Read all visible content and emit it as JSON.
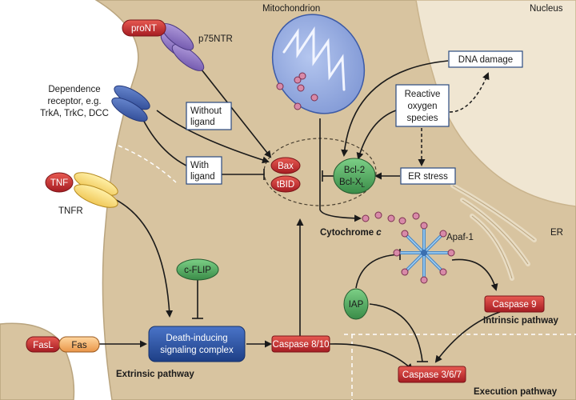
{
  "labels": {
    "mitochondrion": "Mitochondrion",
    "nucleus": "Nucleus",
    "er": "ER",
    "pront": "proNT",
    "p75ntr": "p75NTR",
    "dependence_1": "Dependence",
    "dependence_2": "receptor, e.g.",
    "dependence_3": "TrkA, TrkC, DCC",
    "tnf": "TNF",
    "tnfr": "TNFR",
    "fasl": "FasL",
    "fas": "Fas",
    "without_1": "Without",
    "without_2": "ligand",
    "with_1": "With",
    "with_2": "ligand",
    "dna_damage": "DNA damage",
    "ros_1": "Reactive",
    "ros_2": "oxygen",
    "ros_3": "species",
    "er_stress": "ER stress",
    "bax": "Bax",
    "tbid": "tBID",
    "bcl2": "Bcl-2",
    "bclxl": "Bcl-X",
    "bclxl_sub": "L",
    "cytochrome": "Cytochrome ",
    "cytochrome_c": "c",
    "apaf1": "Apaf-1",
    "cflip": "c-FLIP",
    "disc_1": "Death-inducing",
    "disc_2": "signaling complex",
    "caspase810": "Caspase 8/10",
    "iap": "IAP",
    "caspase9": "Caspase 9",
    "caspase367": "Caspase 3/6/7",
    "extrinsic": "Extrinsic pathway",
    "intrinsic": "Intrinsic pathway",
    "execution": "Execution pathway"
  },
  "colors": {
    "cell": "#d8c4a0",
    "nucleus": "#f0e6d2",
    "caspase": "#c8282c",
    "disc": "#2b56a8",
    "green": "#4aa35a",
    "receptor_blue": "#3d5fb0",
    "receptor_purple": "#8a6ec0",
    "receptor_orange": "#f0a860",
    "mito": "#8fa6dd"
  }
}
